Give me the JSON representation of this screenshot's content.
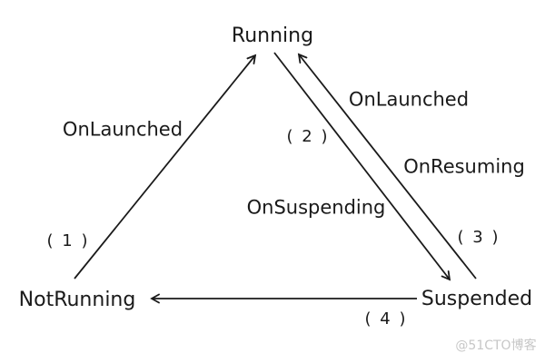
{
  "diagram": {
    "labels": {
      "state_running": "Running",
      "state_notrunning": "NotRunning",
      "state_suspended": "Suspended",
      "onlaunched_left": "OnLaunched",
      "num_1": "( 1 )",
      "onlaunched_right": "OnLaunched",
      "num_2": "( 2 )",
      "onresuming": "OnResuming",
      "onsuspending": "OnSuspending",
      "num_3": "( 3 )",
      "num_4": "( 4 )"
    },
    "transitions": [
      {
        "from": "NotRunning",
        "to": "Running",
        "label": "OnLaunched",
        "number": "( 1 )"
      },
      {
        "from": "Suspended",
        "to": "Running",
        "label": "OnLaunched",
        "number": "( 2 )"
      },
      {
        "from": "Suspended",
        "to": "Running",
        "label": "OnResuming",
        "number": "( 3 )"
      },
      {
        "from": "Running",
        "to": "Suspended",
        "label": "OnSuspending",
        "number": ""
      },
      {
        "from": "Suspended",
        "to": "NotRunning",
        "label": "",
        "number": "( 4 )"
      }
    ],
    "colors": {
      "line": "#1a1a1a",
      "text": "#1a1a1a",
      "background": "#ffffff",
      "watermark": "#c7c7c7"
    }
  },
  "watermark": "@51CTO博客"
}
